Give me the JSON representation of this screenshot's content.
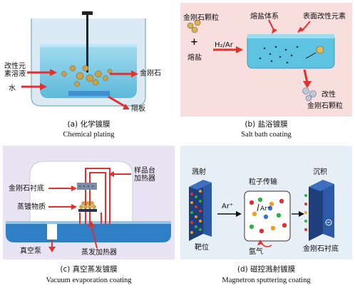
{
  "panel_a": {
    "labels": {
      "solution": "改性元\n素溶液",
      "water": "水",
      "diamond": "金刚石",
      "baffle": "隔板"
    },
    "caption_zh": "(a) 化学镀膜",
    "caption_en": "Chemical plating"
  },
  "panel_b": {
    "labels": {
      "diamond_particles": "金刚石颗粒",
      "salt_system": "熔盐体系",
      "surface_element": "表面改性元素",
      "plus": "+",
      "gas": "H₂/Ar",
      "molten_salt": "熔盐",
      "modified": "改性",
      "modified_diamond": "金刚石颗粒"
    },
    "caption_zh": "(b) 盐浴镀膜",
    "caption_en": "Salt bath coating"
  },
  "panel_c": {
    "labels": {
      "stage_heater": "样品台\n加热器",
      "substrate": "金刚石衬底",
      "evap_material": "蒸镀物质",
      "vacuum_pump": "真空泵",
      "evap_heater": "蒸发加热器"
    },
    "caption_zh": "(c) 真空蒸发镀膜",
    "caption_en": "Vacuum evaporation coating"
  },
  "panel_d": {
    "labels": {
      "sputter": "溅射",
      "transport": "粒子传输",
      "deposit": "沉积",
      "ar_plus_left": "Ar⁺",
      "ar_plus_mid": "Ar⁺",
      "target": "靶位",
      "argon": "氩气",
      "substrate": "金刚石衬底"
    },
    "caption_zh": "(d) 磁控溅射镀膜",
    "caption_en": "Magnetron sputtering coating"
  },
  "colors": {
    "arrow_red": "#e03030",
    "water_blue": "#5ec3e0",
    "salt_bg": "#f9dede",
    "vac_bg": "#e9e4f4",
    "sputter_bg": "#e6eef6"
  }
}
